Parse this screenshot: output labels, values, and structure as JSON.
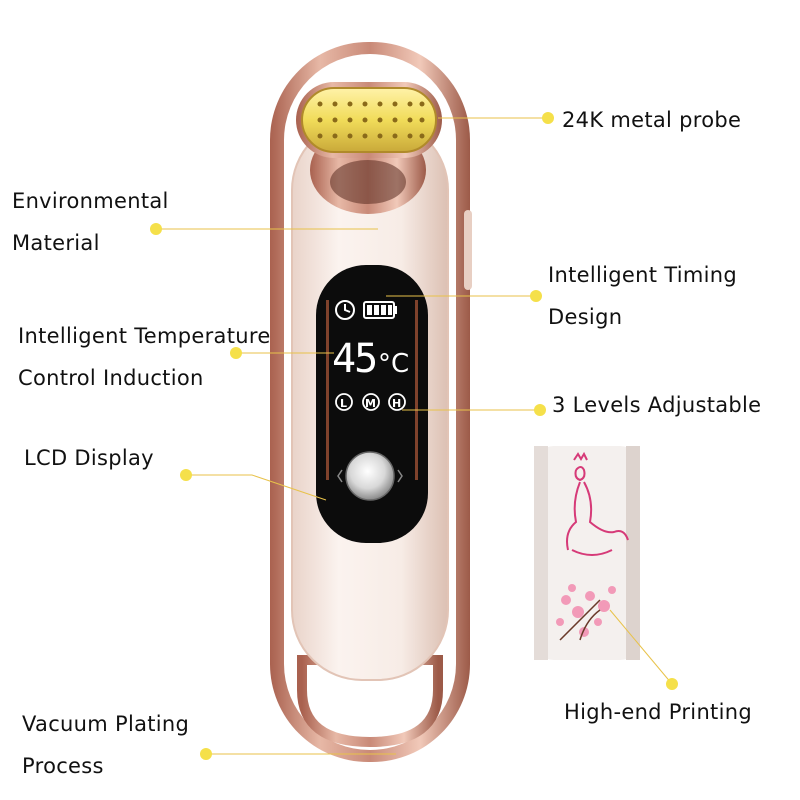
{
  "labels": {
    "metal_probe": "24K metal probe",
    "environmental_1": "Environmental",
    "environmental_2": "Material",
    "timing_1": "Intelligent Timing",
    "timing_2": "Design",
    "temperature_1": "Intelligent Temperature",
    "temperature_2": "Control Induction",
    "levels": "3 Levels Adjustable",
    "lcd": "LCD Display",
    "printing": "High-end Printing",
    "vacuum_1": "Vacuum Plating",
    "vacuum_2": "Process"
  },
  "display": {
    "temperature": "45",
    "unit": "°C",
    "level_low": "L",
    "level_mid": "M",
    "level_high": "H"
  },
  "colors": {
    "dot": "#f5e04a",
    "leader_line": "#e8c24a",
    "rose_gold": "#c98a78",
    "screen": "#0c0c0c",
    "body": "#f7ece6",
    "probe_gold": "#f1dc5a"
  }
}
